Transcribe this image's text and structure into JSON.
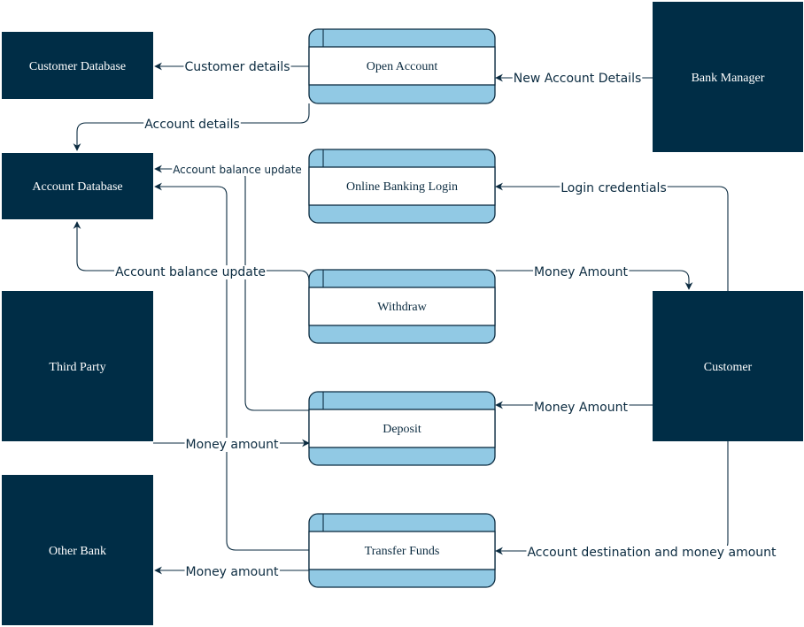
{
  "entities": {
    "customer_database": "Customer Database",
    "account_database": "Account Database",
    "bank_manager": "Bank Manager",
    "third_party": "Third Party",
    "other_bank": "Other Bank",
    "customer": "Customer"
  },
  "processes": {
    "open_account": "Open Account",
    "online_banking_login": "Online Banking Login",
    "withdraw": "Withdraw",
    "deposit": "Deposit",
    "transfer_funds": "Transfer Funds"
  },
  "flows": {
    "customer_details": "Customer details",
    "new_account_details": "New Account Details",
    "account_details": "Account details",
    "deposit_balance_update": "Account balance update",
    "login_credentials": "Login credentials",
    "withdraw_balance_update": "Account balance update",
    "withdraw_money_amount": "Money Amount",
    "deposit_money_amount": "Money Amount",
    "third_party_money_amount": "Money amount",
    "account_destination": "Account destination and money amount",
    "other_bank_money_amount": "Money amount"
  },
  "colors": {
    "entity_fill": "#002d46",
    "process_band": "#91c9e4",
    "line": "#0b2b40"
  }
}
